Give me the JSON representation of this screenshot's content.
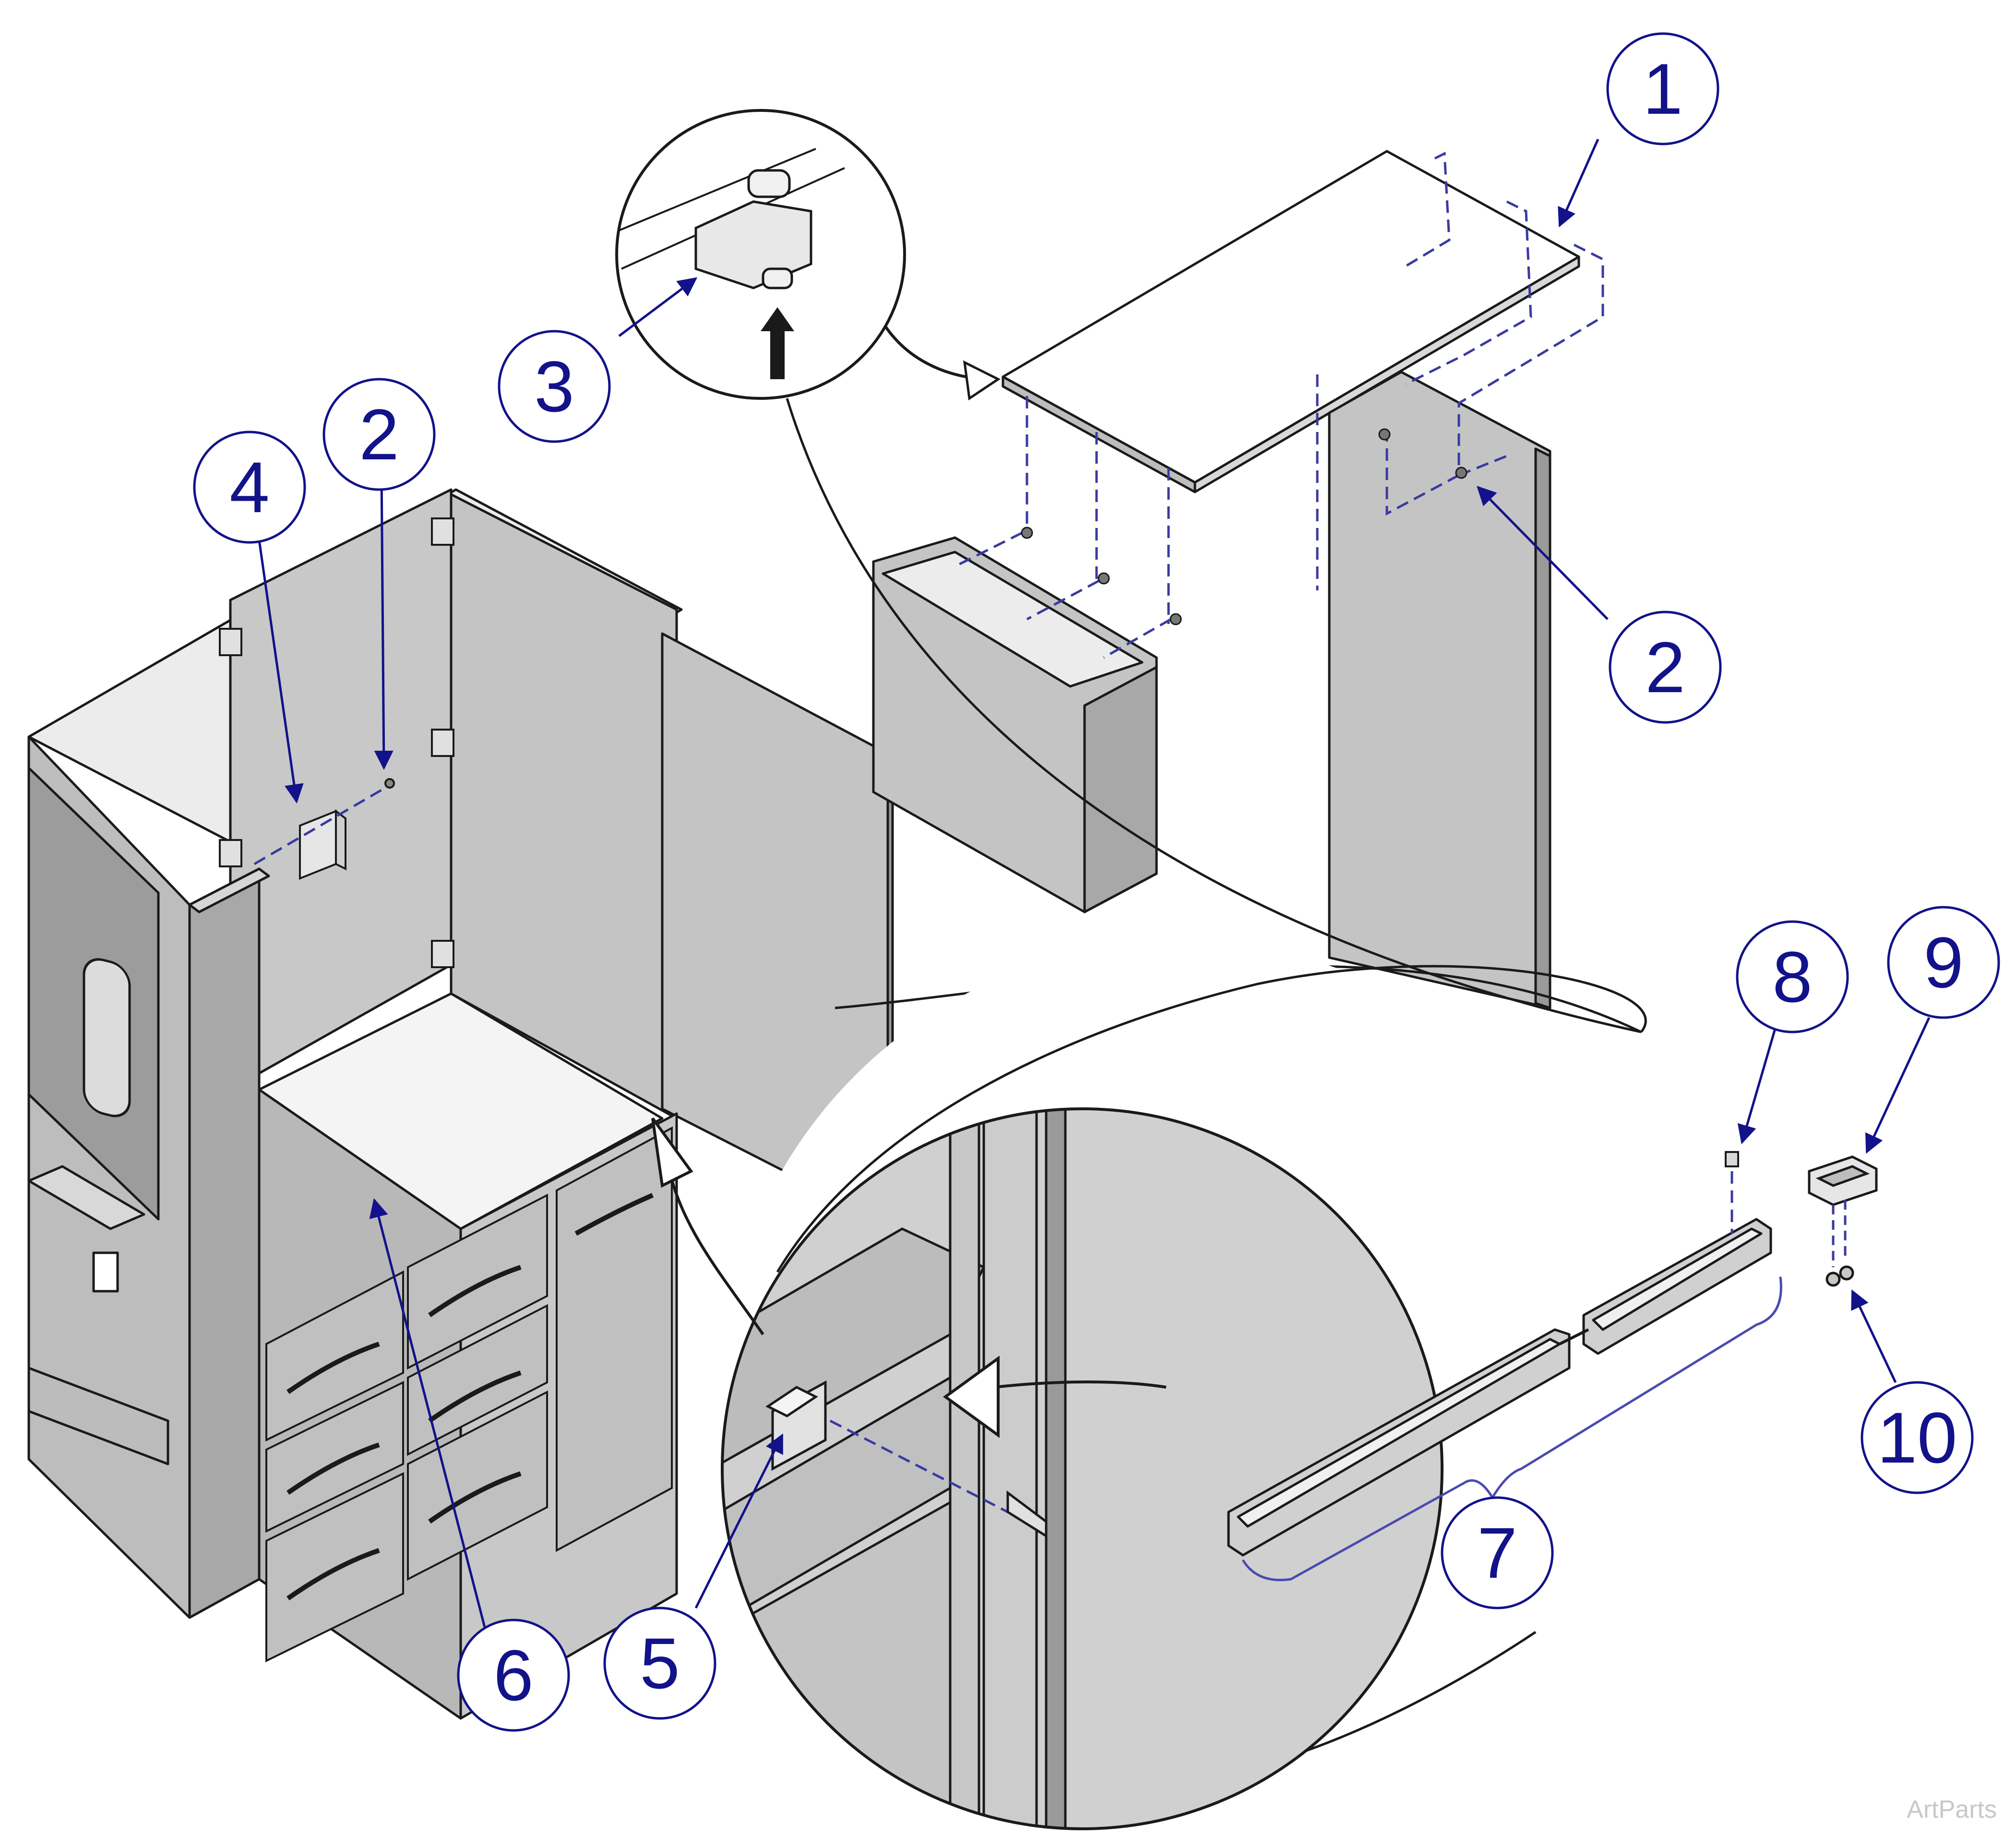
{
  "diagram": {
    "callouts": [
      {
        "id": "c1",
        "label": "1"
      },
      {
        "id": "c2a",
        "label": "2"
      },
      {
        "id": "c2b",
        "label": "2"
      },
      {
        "id": "c3",
        "label": "3"
      },
      {
        "id": "c4",
        "label": "4"
      },
      {
        "id": "c5",
        "label": "5"
      },
      {
        "id": "c6",
        "label": "6"
      },
      {
        "id": "c7",
        "label": "7"
      },
      {
        "id": "c8",
        "label": "8"
      },
      {
        "id": "c9",
        "label": "9"
      },
      {
        "id": "c10",
        "label": "10"
      }
    ],
    "watermark": "ArtParts"
  },
  "colors": {
    "callout_stroke": "#12128a",
    "callout_text": "#12128a",
    "panel_fill": "#c8c8c8",
    "panel_dark": "#a8a8a8",
    "line": "#1a1a1a",
    "dash": "#3a3aa0"
  }
}
